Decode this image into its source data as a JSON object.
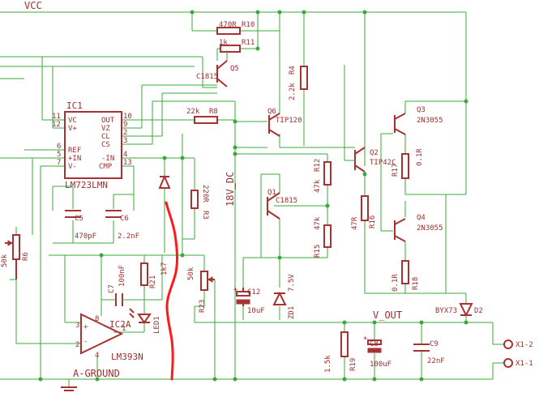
{
  "nets": {
    "vcc": "VCC",
    "gnd": "A-GROUND",
    "vout": "V_OUT",
    "dc18": "18V_DC"
  },
  "ic1": {
    "name": "IC1",
    "part": "LM723LMN",
    "pins_left": [
      {
        "num": "11",
        "label": "VC"
      },
      {
        "num": "12",
        "label": "V+"
      },
      {
        "num": "6",
        "label": "REF"
      },
      {
        "num": "5",
        "label": "+IN"
      },
      {
        "num": "7",
        "label": "V-"
      }
    ],
    "pins_right": [
      {
        "num": "10",
        "label": "OUT"
      },
      {
        "num": "9",
        "label": "VZ"
      },
      {
        "num": "2",
        "label": "CL"
      },
      {
        "num": "3",
        "label": "CS"
      },
      {
        "num": "4",
        "label": "-IN"
      },
      {
        "num": "13",
        "label": "CMP"
      }
    ]
  },
  "ic2": {
    "name": "IC2A",
    "part": "LM393N",
    "pins": [
      "8",
      "3",
      "2",
      "4",
      "1"
    ]
  },
  "resistors": [
    {
      "ref": "R10",
      "value": "470R"
    },
    {
      "ref": "R11",
      "value": "1k"
    },
    {
      "ref": "R8",
      "value": "22k"
    },
    {
      "ref": "R4",
      "value": "2.2k"
    },
    {
      "ref": "R12",
      "value": "47k"
    },
    {
      "ref": "R15",
      "value": "47k"
    },
    {
      "ref": "R3",
      "value": "220R"
    },
    {
      "ref": "R16",
      "value": "47R"
    },
    {
      "ref": "R17",
      "value": "0.1R"
    },
    {
      "ref": "R18",
      "value": "0.1R"
    },
    {
      "ref": "R21",
      "value": "1k7"
    },
    {
      "ref": "R19",
      "value": "1.5k"
    },
    {
      "ref": "R23",
      "value": "50k"
    },
    {
      "ref": "R6",
      "value": "50k"
    }
  ],
  "capacitors": [
    {
      "ref": "C5",
      "value": "470pF"
    },
    {
      "ref": "C6",
      "value": "2.2nF"
    },
    {
      "ref": "C7",
      "value": "100nF"
    },
    {
      "ref": "C12",
      "value": "10uF"
    },
    {
      "ref": "C8",
      "value": "100uF"
    },
    {
      "ref": "C9",
      "value": "22nF"
    }
  ],
  "transistors": [
    {
      "ref": "Q5",
      "part": "C1815"
    },
    {
      "ref": "Q6",
      "part": "TIP120"
    },
    {
      "ref": "Q1",
      "part": "C1815"
    },
    {
      "ref": "Q2",
      "part": "TIP42C"
    },
    {
      "ref": "Q3",
      "part": "2N3055"
    },
    {
      "ref": "Q4",
      "part": "2N3055"
    }
  ],
  "diodes": [
    {
      "ref": "ZD1",
      "part": "7.5V"
    },
    {
      "ref": "D2",
      "part": "BYX73"
    },
    {
      "ref": "LED1",
      "part": ""
    }
  ],
  "connectors": [
    {
      "ref": "X1-2"
    },
    {
      "ref": "X1-1"
    }
  ]
}
